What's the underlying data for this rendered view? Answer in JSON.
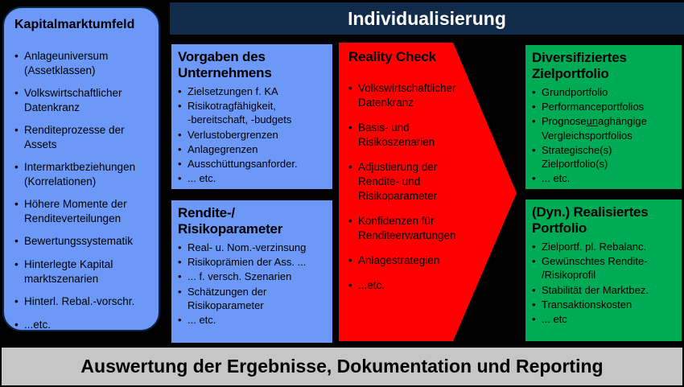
{
  "ui": {
    "bullet": "•"
  },
  "colors": {
    "background": "#000000",
    "blue_panel": "#6C99F8",
    "navy_banner": "#112C4B",
    "red_arrow": "#FF0000",
    "green_panel": "#00AB55",
    "gray_footer": "#C6C6C6",
    "text": "#000000",
    "banner_text": "#FFFFFF"
  },
  "capital_market": {
    "title": "Kapitalmarktumfeld",
    "items": [
      "Anlageuniversum\n(Assetklassen)",
      "Volkswirtschaftlicher\nDatenkranz",
      "Renditeprozesse der\nAssets",
      "Intermarktbeziehungen\n(Korrelationen)",
      "Höhere Momente der\nRenditeverteilungen",
      "Bewertungssystematik",
      "Hinterlegte Kapital\nmarktszenarien",
      "Hinterl. Rebal.-vorschr.",
      "...etc."
    ]
  },
  "header": {
    "title": "Individualisierung"
  },
  "company": {
    "title": "Vorgaben des\nUnternehmens",
    "items": [
      "Zielsetzungen f. KA",
      "Risikotragfähigkeit,\n-bereitschaft, -budgets",
      "Verlustobergrenzen",
      "Anlagegrenzen",
      "Ausschüttungsanforder.",
      "... etc."
    ]
  },
  "params": {
    "title": "Rendite-/\nRisikoparameter",
    "items": [
      "Real- u. Nom.-verzinsung",
      "Risikoprämien der Ass. ...",
      "... f. versch. Szenarien",
      "Schätzungen der\nRisikoparameter",
      "... etc."
    ]
  },
  "reality": {
    "title": "Reality Check",
    "items": [
      "Volkswirtschaftlicher\nDatenkranz",
      "Basis- und\nRisikoszenarien",
      "Adjustierung der\nRendite- und\nRisikoparameter",
      "Konfidenzen für\nRenditeerwartungen",
      "Anlagestrategien",
      "...etc."
    ]
  },
  "diversified": {
    "title": "Diversifiziertes\nZielportfolio",
    "items": [
      {
        "text": "Grundportfolio"
      },
      {
        "text": "Performanceportfolios"
      },
      {
        "prefix": "Prognose",
        "underline": "un",
        "suffix": "aghängige\nVergleichsportfolios"
      },
      {
        "text": "Strategische(s)\nZielportfolio(s)"
      },
      {
        "text": "... etc."
      }
    ]
  },
  "realized": {
    "title": "(Dyn.) Realisiertes\nPortfolio",
    "items": [
      "Zielportf. pl. Rebalanc.",
      "Gewünschtes Rendite-\n/Risikoprofil",
      "Stabilität der Marktbez.",
      "Transaktionskosten",
      "... etc"
    ]
  },
  "footer": {
    "title": "Auswertung der Ergebnisse, Dokumentation und Reporting"
  }
}
